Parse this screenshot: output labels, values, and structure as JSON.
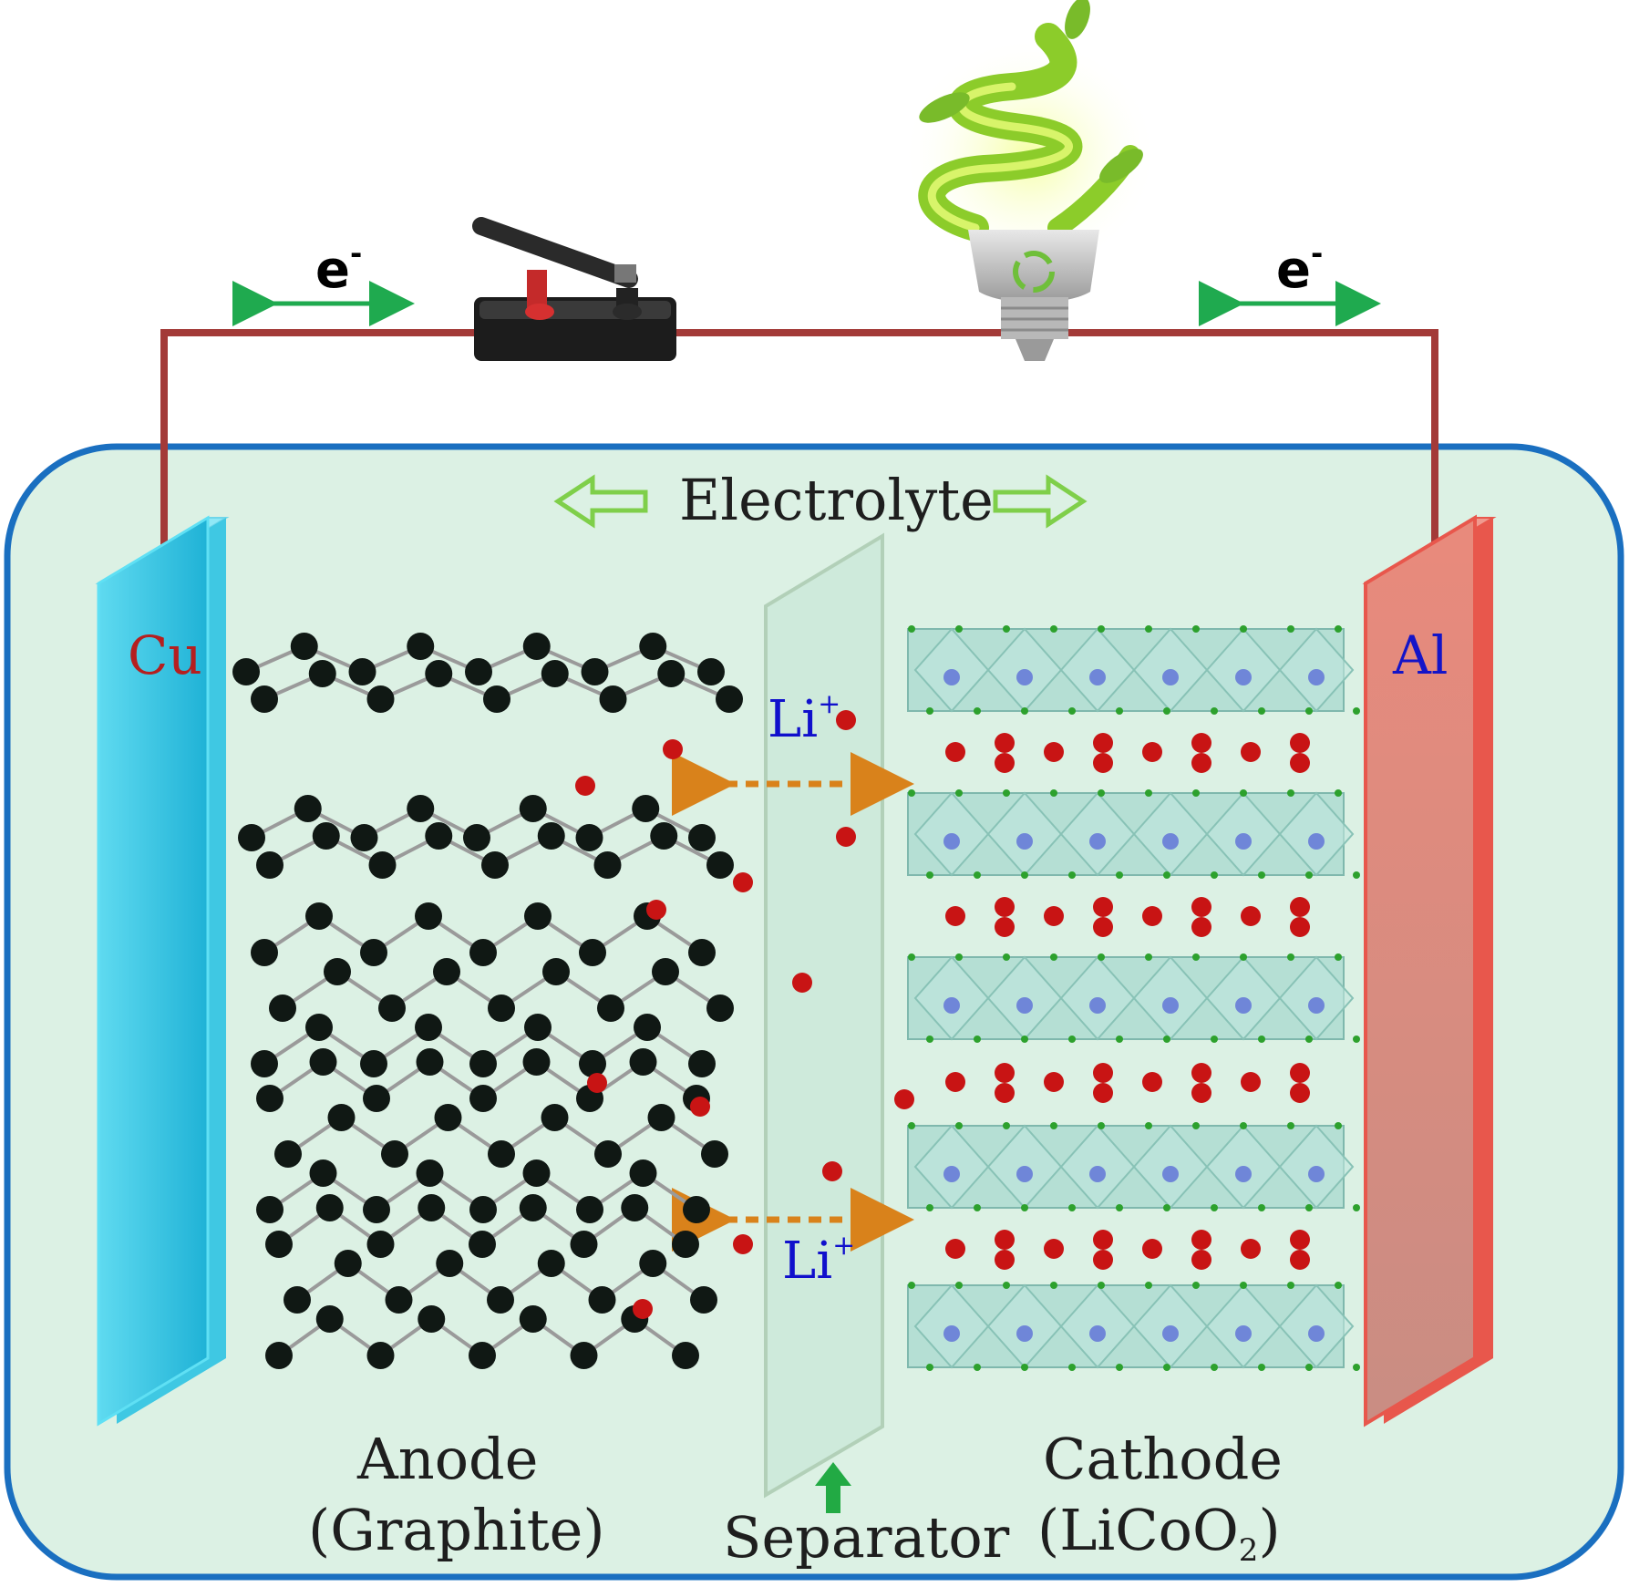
{
  "labels": {
    "electron_left": "e",
    "electron_right": "e",
    "electron_sup": "-",
    "electrolyte": "Electrolyte",
    "cu": "Cu",
    "al": "Al",
    "li_ion_top": "Li",
    "li_ion_bottom": "Li",
    "li_ion_sup": "+",
    "anode": "Anode",
    "anode_material": "(Graphite)",
    "separator": "Separator",
    "cathode": "Cathode",
    "cathode_material_prefix": "(LiCoO",
    "cathode_material_sub": "2",
    "cathode_material_suffix": ")"
  },
  "colors": {
    "wire": "#a33a38",
    "container_border": "#1a6fc0",
    "container_fill": "#dcf1e4",
    "cu_electrode": "#2fc3e0",
    "al_electrode": "#e8574c",
    "cu_label": "#b51f1f",
    "al_label": "#1414c8",
    "li_label": "#1010cc",
    "lithium_atom": "#c81414",
    "carbon_atom": "#101814",
    "cobalt_atom": "#6f86d8",
    "oxygen_atom": "#2da12d",
    "octahedra": "#a8d8cf",
    "electron_arrow": "#1faa4f",
    "ion_arrow": "#d9821b",
    "electrolyte_arrow": "#7fcf4a",
    "separator_arrow": "#22aa44"
  },
  "icons": [
    "knife-switch-icon",
    "cfl-bulb-icon",
    "recycle-icon"
  ]
}
